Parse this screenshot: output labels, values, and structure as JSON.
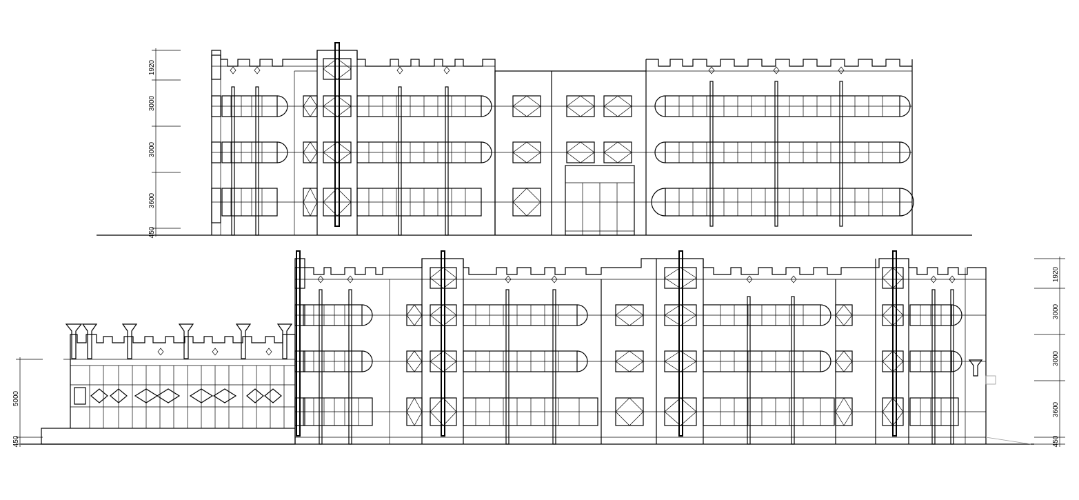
{
  "drawing": {
    "upper_elevation": {
      "dimensions": [
        "1920",
        "3000",
        "3000",
        "3600",
        "450"
      ]
    },
    "lower_elevation": {
      "dimensions_right": [
        "1920",
        "3000",
        "3000",
        "3600",
        "450"
      ],
      "dimensions_left": [
        "5000",
        "450"
      ]
    }
  }
}
